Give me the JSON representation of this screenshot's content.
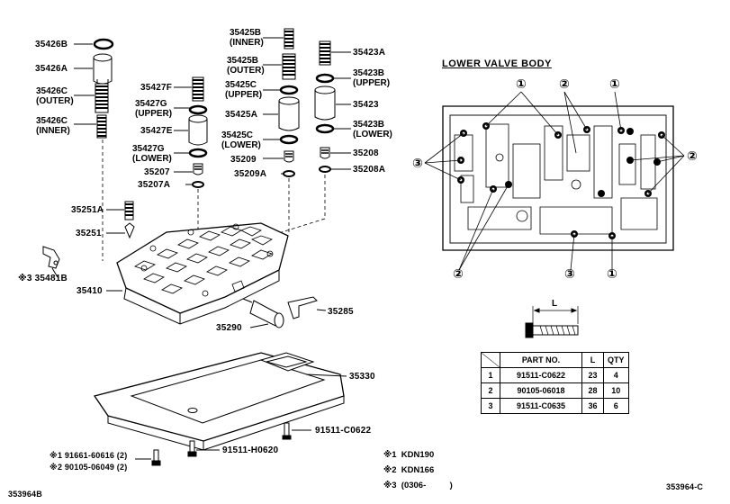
{
  "left_labels": {
    "l35426B": "35426B",
    "l35426A": "35426A",
    "l35426C_outer": "35426C\n(OUTER)",
    "l35426C_inner": "35426C\n(INNER)",
    "l35427F": "35427F",
    "l35427G_upper": "35427G\n(UPPER)",
    "l35427E": "35427E",
    "l35427G_lower": "35427G\n(LOWER)",
    "l35207": "35207",
    "l35207A": "35207A",
    "l35425B_inner": "35425B\n(INNER)",
    "l35425B_outer": "35425B\n(OUTER)",
    "l35425C_upper": "35425C\n(UPPER)",
    "l35425A": "35425A",
    "l35425C_lower": "35425C\n(LOWER)",
    "l35209": "35209",
    "l35209A": "35209A",
    "l35423A": "35423A",
    "l35423B_upper": "35423B\n(UPPER)",
    "l35423": "35423",
    "l35423B_lower": "35423B\n(LOWER)",
    "l35208": "35208",
    "l35208A": "35208A",
    "l35251A": "35251A",
    "l35251": "35251",
    "l35481B": "※3 35481B",
    "l35410": "35410",
    "l35285": "35285",
    "l35290": "35290",
    "l35330": "35330",
    "l91511C0622": "91511-C0622",
    "l91511H0620": "91511-H0620",
    "l91661": "※1 91661-60616 (2)",
    "l90105": "※2 90105-06049 (2)"
  },
  "lower_valve_body": {
    "title": "LOWER VALVE BODY",
    "callouts": [
      "①",
      "②",
      "①",
      "③",
      "②",
      "②",
      "③",
      "①"
    ],
    "dimension_label": "L"
  },
  "parts_table": {
    "headers": [
      "",
      "PART NO.",
      "L",
      "QTY"
    ],
    "rows": [
      [
        "1",
        "91511-C0622",
        "23",
        "4"
      ],
      [
        "2",
        "90105-06018",
        "28",
        "10"
      ],
      [
        "3",
        "91511-C0635",
        "36",
        "6"
      ]
    ]
  },
  "notes": {
    "n1": "※1  KDN190",
    "n2": "※2  KDN166",
    "n3": "※3  (0306-          )"
  },
  "footer": {
    "left_code": "353964B",
    "right_code": "353964-C"
  }
}
